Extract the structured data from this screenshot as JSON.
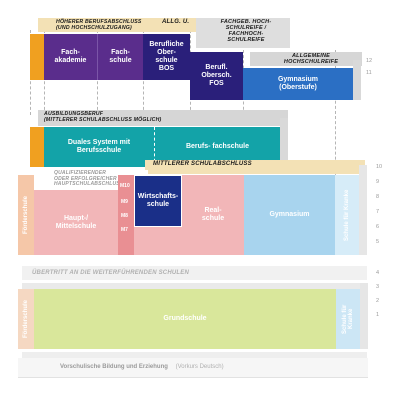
{
  "sek2": {
    "header": "HÖHERER BERUFSABSCHLUSS\n(UND HOCHSCHULZUGANG)",
    "header_allg": "ALLG. U.",
    "header_fach": "FACHGEB. HOCH-\nSCHULREIFE /\nFACHHOCH-\nSCHULREIFE",
    "header_hoch": "ALLGEMEINE\nHOCHSCHULREIFE",
    "fachakademie": "Fach-\nakademie",
    "fachschule": "Fach-\nschule",
    "bos": "Berufliche\nOber-\nschule\nBOS",
    "fos": "Berufl.\nObersch.\nFOS",
    "gymnasium_ober": "Gymnasium\n(Oberstufe)"
  },
  "ausbildung": {
    "header": "AUSBILDUNGSBERUF\n(MITTLERER SCHULABSCHLUSS MÖGLICH)",
    "duales": "Duales System mit\nBerufsschule",
    "berufsfachschule": "Berufs-   fachschule"
  },
  "sek1": {
    "mittlerer": "MITTLERER   SCHULABSCHLUSS",
    "qualifiz": "QUALIFIZIERENDER\nODER ERFOLGREICHER\nHAUPTSCHULABSCHLUSS",
    "foerderschule": "Förderschule",
    "haupt": "Haupt-/\nMittelschule",
    "m_classes": [
      "M10",
      "M9",
      "M8",
      "M7"
    ],
    "wirtschaft": "Wirtschafts-\nschule",
    "real": "Real-\nschule",
    "gymnasium": "Gymnasium",
    "kranke": "Schule für Kranke"
  },
  "uebertritt": "ÜBERTRITT AN DIE WEITERFÜHRENDEN   SCHULEN",
  "primar": {
    "foerderschule": "Förderschule",
    "grundschule": "Grundschule",
    "kranke": "Schule für\nKranke"
  },
  "vorschule": {
    "text": "Vorschulische Bildung und Erziehung",
    "vorkurs": "(Vorkurs Deutsch)"
  },
  "grade_numbers": {
    "top": [
      "12",
      "11"
    ],
    "middle": [
      "10",
      "9",
      "8",
      "7",
      "6",
      "5"
    ],
    "bottom": [
      "4",
      "3",
      "2",
      "1"
    ]
  },
  "colors": {
    "purple": "#5a2d8c",
    "navy": "#2a1f7a",
    "blue": "#2b6fc4",
    "teal": "#13a3a8",
    "orange": "#f0a020",
    "pink": "#f2b6b8",
    "pink_dark": "#e98f93",
    "peach": "#f5c7a8",
    "light_blue": "#a8d4ee",
    "lime": "#d9e79b",
    "gray": "#cfcfcf"
  }
}
